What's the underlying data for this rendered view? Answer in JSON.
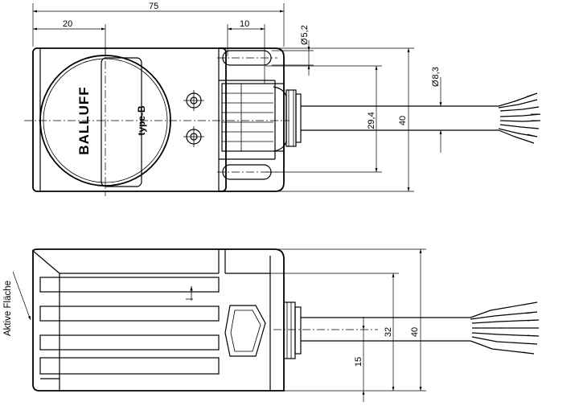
{
  "top_view": {
    "dimensions": {
      "overall_width": "75",
      "left_offset": "20",
      "slot_width": "10",
      "slot_diameter": "5,2",
      "cable_diameter": "8,3",
      "slot_spacing": "29,4",
      "height": "40",
      "diameter_symbol": "Ø"
    },
    "labels": {
      "brand": "BALLUFF",
      "type": "type-B"
    }
  },
  "side_view": {
    "dimensions": {
      "inner_height": "32",
      "height": "40",
      "cable_height": "15"
    },
    "labels": {
      "active_face": "Aktive Fläche"
    }
  }
}
